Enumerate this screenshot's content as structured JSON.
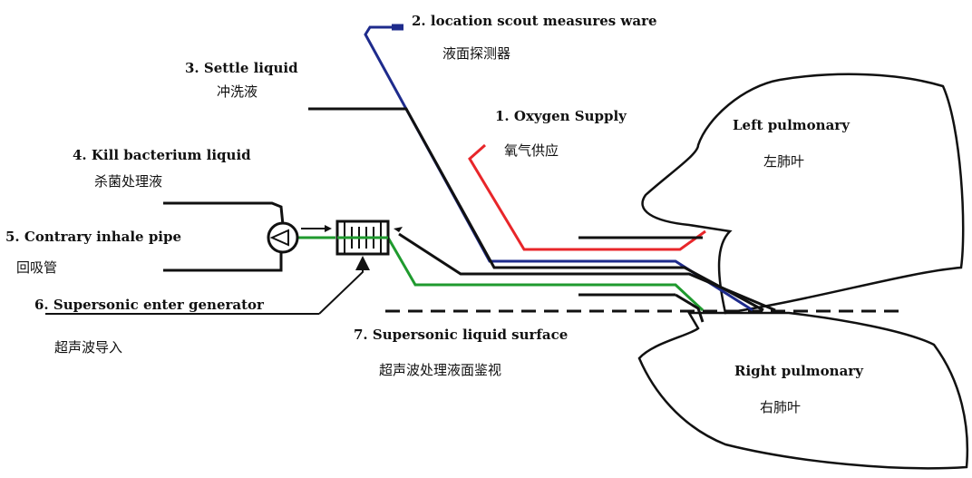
{
  "labels": {
    "oxygen": {
      "en": "1. Oxygen Supply",
      "cn": "氧气供应"
    },
    "location": {
      "en": "2. location scout measures ware",
      "cn": "液面探测器"
    },
    "settle": {
      "en": "3. Settle liquid",
      "cn": "冲洗液"
    },
    "kill": {
      "en": "4. Kill bacterium liquid",
      "cn": "杀菌处理液"
    },
    "contrary": {
      "en": "5. Contrary inhale pipe",
      "cn": "回吸管"
    },
    "generator": {
      "en": "6. Supersonic enter generator",
      "cn": "超声波导入"
    },
    "surface": {
      "en": "7. Supersonic liquid surface",
      "cn": "超声波处理液面鉴视"
    }
  },
  "lungs": {
    "left": {
      "en": "Left pulmonary",
      "cn": "左肺叶"
    },
    "right": {
      "en": "Right pulmonary",
      "cn": "右肺叶"
    }
  },
  "colors": {
    "oxygen_line": "#e8262a",
    "location_line": "#1e2b8c",
    "contrary_line": "#1f9a2e",
    "black_line": "#111111"
  }
}
